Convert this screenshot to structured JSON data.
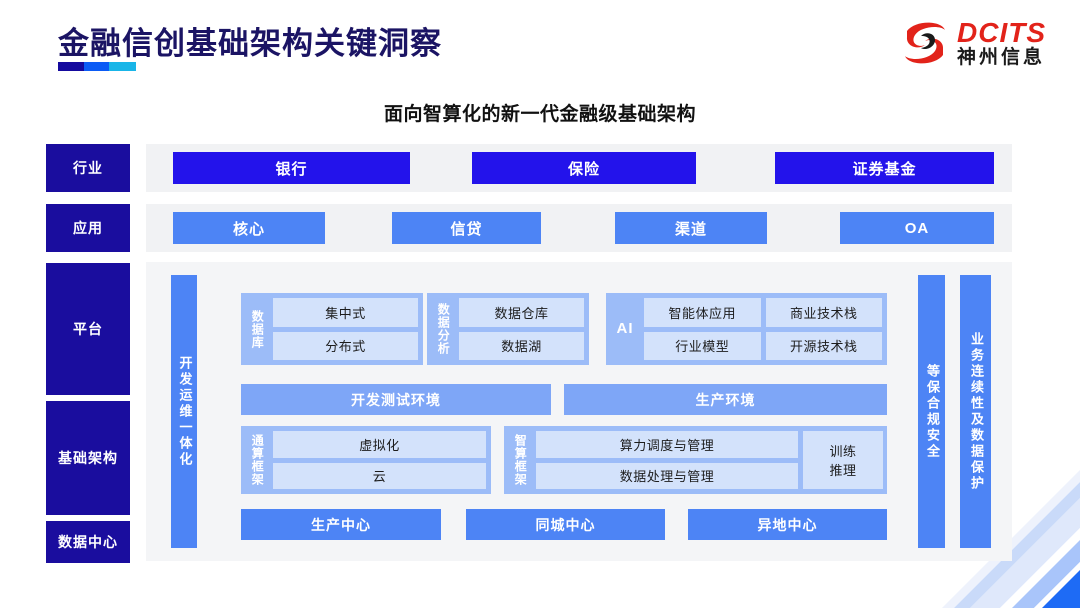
{
  "header": {
    "title": "金融信创基础架构关键洞察",
    "subtitle": "面向智算化的新一代金融级基础架构",
    "logo": {
      "en": "DCITS",
      "cn": "神州信息"
    },
    "accent_colors": [
      "#150a9e",
      "#0b5bf5",
      "#19b5e8"
    ],
    "brand_red": "#e2231a"
  },
  "rail": {
    "industry": "行业",
    "application": "应用",
    "platform": "平台",
    "infrastructure": "基础架构",
    "datacenter": "数据中心"
  },
  "industry_row": [
    {
      "label": "银行"
    },
    {
      "label": "保险"
    },
    {
      "label": "证券基金"
    }
  ],
  "application_row": [
    {
      "label": "核心"
    },
    {
      "label": "信贷"
    },
    {
      "label": "渠道"
    },
    {
      "label": "OA"
    }
  ],
  "platform": {
    "devops_bar": "开发运维一体化",
    "database": {
      "label": "数据库",
      "items": [
        "集中式",
        "分布式"
      ]
    },
    "data_analysis": {
      "label": "数据分析",
      "items": [
        "数据仓库",
        "数据湖"
      ]
    },
    "ai": {
      "label": "AI",
      "items": [
        "智能体应用",
        "商业技术栈",
        "行业模型",
        "开源技术栈"
      ]
    },
    "environments": [
      "开发测试环境",
      "生产环境"
    ],
    "general_compute": {
      "label": "通算框架",
      "items": [
        "虚拟化",
        "云"
      ]
    },
    "intelligent_compute": {
      "label": "智算框架",
      "items": [
        "算力调度与管理",
        "数据处理与管理"
      ],
      "side": "训练\n推理"
    },
    "centers": [
      "生产中心",
      "同城中心",
      "异地中心"
    ],
    "compliance_bar": "等保合规安全",
    "continuity_bar": "业务连续性及数据保护"
  },
  "palette": {
    "navy": "#1a0d9e",
    "chip_dark": "#2313eb",
    "chip_light": "#4d84f5",
    "group_blue": "#9cbcf8",
    "cell_blue": "#d3e2fb",
    "wide_blue": "#7ea6f7",
    "strip_gray": "#f1f2f4",
    "panel_gray": "#f4f5f7"
  }
}
